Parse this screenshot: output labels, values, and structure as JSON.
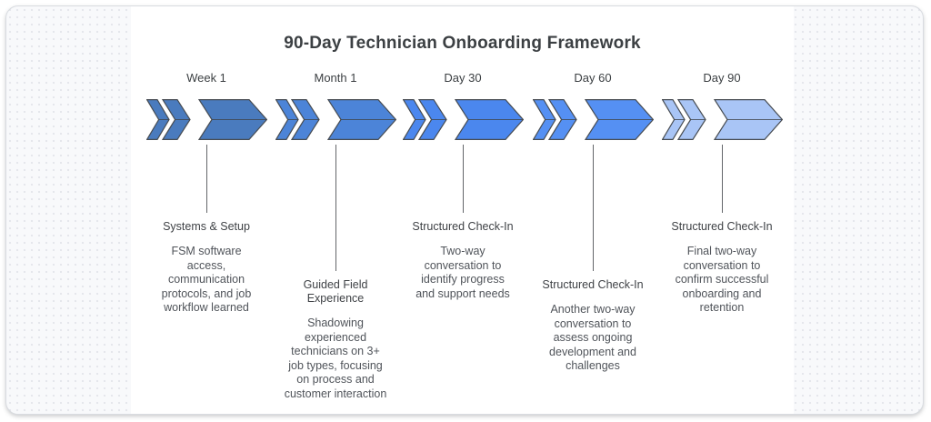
{
  "title": "90-Day Technician Onboarding Framework",
  "colors": {
    "card_background": "#f8f9fb",
    "canvas_background": "#ffffff",
    "shape_outline": "#474c52",
    "connector_line": "#63666a",
    "title_text": "#3c4043",
    "body_text": "#50545a"
  },
  "stages": [
    {
      "label": "Week 1",
      "color": "#4a7bbe",
      "offset": "near",
      "heading": "Systems & Setup",
      "body": "FSM software\naccess,\ncommunication\nprotocols, and job\nworkflow learned"
    },
    {
      "label": "Month 1",
      "color": "#4c84d8",
      "offset": "far",
      "heading": "Guided Field\nExperience",
      "body": "Shadowing\nexperienced\ntechnicians on 3+\njob types, focusing\non process and\ncustomer interaction"
    },
    {
      "label": "Day 30",
      "color": "#4b87ee",
      "offset": "near",
      "heading": "Structured Check-In",
      "body": "Two-way\nconversation to\nidentify progress\nand support needs"
    },
    {
      "label": "Day 60",
      "color": "#5590f3",
      "offset": "far",
      "heading": "Structured Check-In",
      "body": "Another two-way\nconversation to\nassess ongoing\ndevelopment and\nchallenges"
    },
    {
      "label": "Day 90",
      "color": "#a9c5f6",
      "offset": "near",
      "heading": "Structured Check-In",
      "body": "Final two-way\nconversation to\nconfirm successful\nonboarding and\nretention"
    }
  ]
}
